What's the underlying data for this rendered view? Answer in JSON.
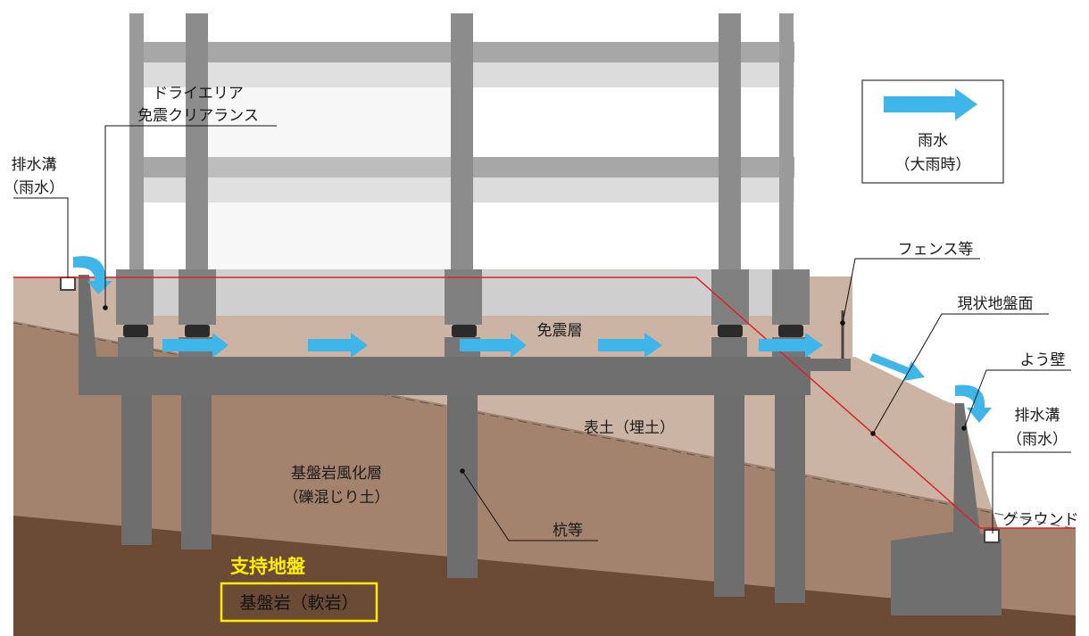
{
  "labels": {
    "dry_area_line1": "ドライエリア",
    "dry_area_line2": "免震クリアランス",
    "drain_left_line1": "排水溝",
    "drain_left_line2": "（雨水）",
    "legend_line1": "雨水",
    "legend_line2": "（大雨時）",
    "fence": "フェンス等",
    "current_ground": "現状地盤面",
    "retaining_wall": "よう壁",
    "drain_right_line1": "排水溝",
    "drain_right_line2": "（雨水）",
    "isolation_layer": "免震層",
    "topsoil": "表土（埋土）",
    "weathered_line1": "基盤岩風化層",
    "weathered_line2": "（礫混じり土）",
    "piles": "杭等",
    "ground_right": "グラウンド",
    "support_ground": "支持地盤",
    "bedrock": "基盤岩（軟岩）"
  },
  "colors": {
    "bedrock": "#6b4a36",
    "weathered": "#a4836e",
    "topsoil": "#cbb4a4",
    "concrete": "#6f6f6f",
    "frame": "#9a9a9a",
    "frame_light": "#cfcfcf",
    "water_arrow": "#3fb6ea",
    "ground_line": "#e0202a",
    "highlight": "#ffee00"
  }
}
